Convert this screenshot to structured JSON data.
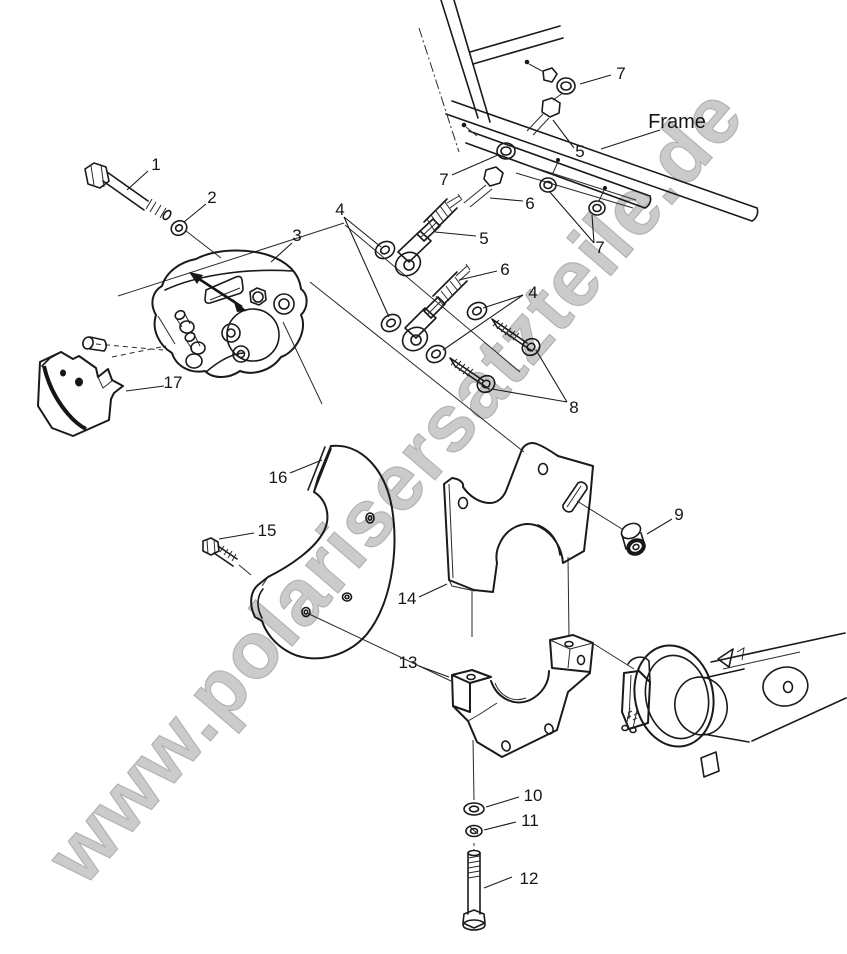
{
  "diagram": {
    "frame_label": "Frame",
    "watermark": "www.polarisersatzteile.de",
    "callouts": {
      "n1": "1",
      "n2": "2",
      "n3": "3",
      "n4": "4",
      "n5": "5",
      "n6": "6",
      "n7": "7",
      "n8": "8",
      "n9": "9",
      "n10": "10",
      "n11": "11",
      "n12": "12",
      "n13": "13",
      "n14": "14",
      "n15": "15",
      "n16": "16",
      "n17": "17"
    },
    "colors": {
      "line": "#1a1a1a",
      "label": "#161616",
      "watermark": "#cbcbcb",
      "background": "#ffffff"
    }
  }
}
